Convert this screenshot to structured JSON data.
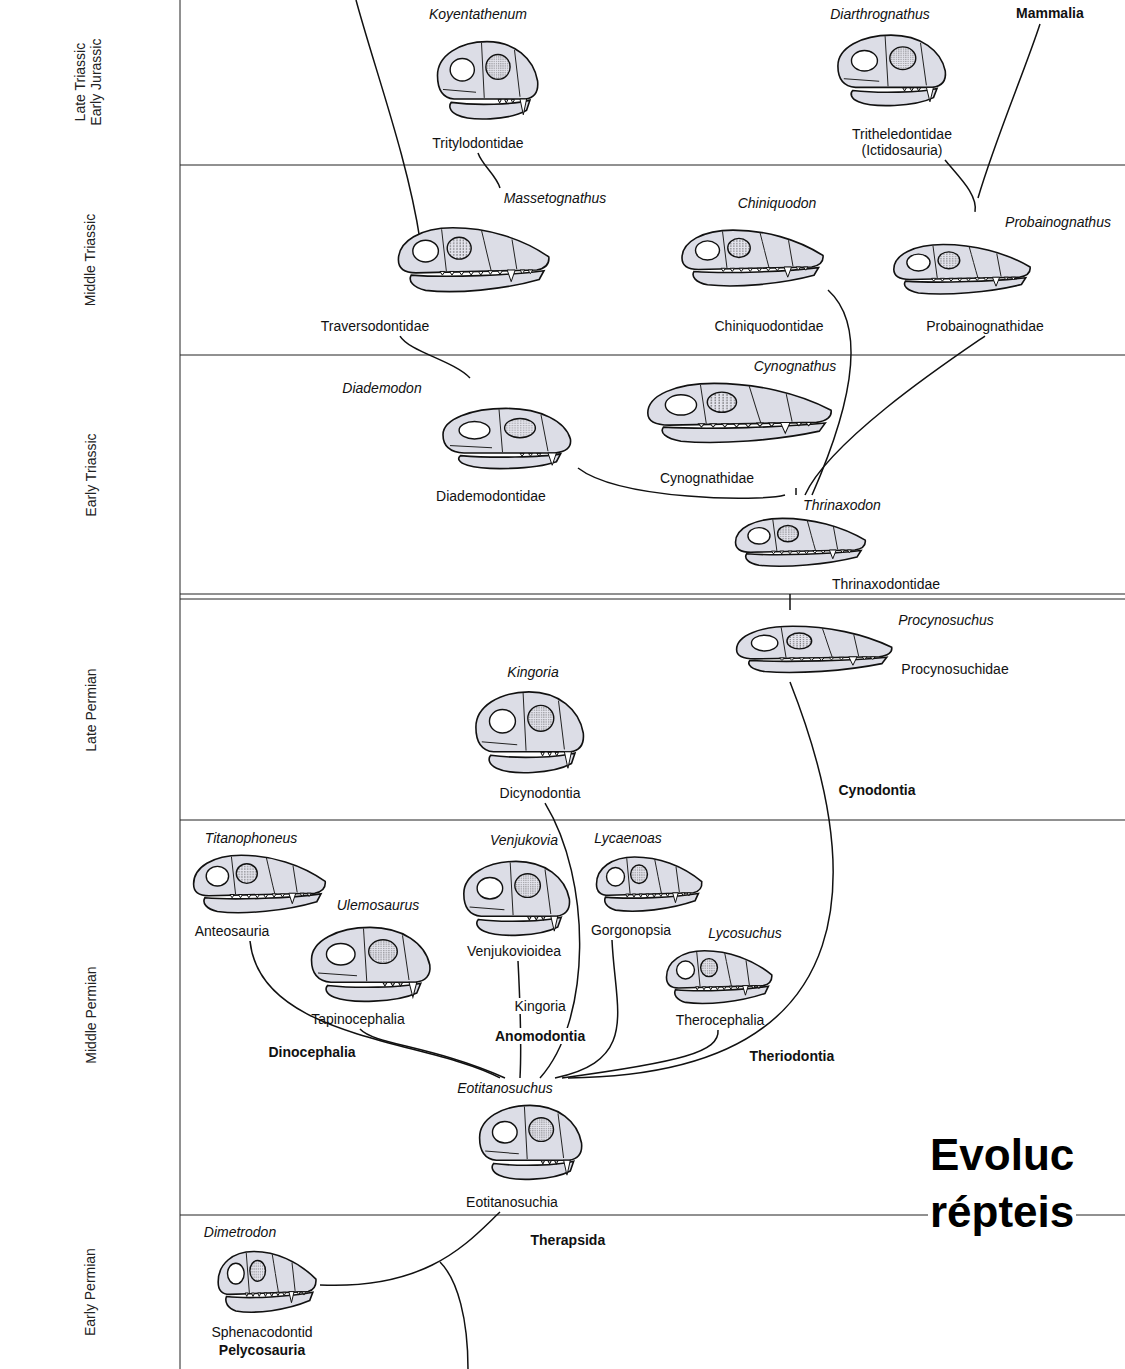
{
  "diagram": {
    "nodes": [
      {
        "text": [
          "Koyentathenum",
          "Tritylodontidae"
        ]
      },
      {
        "text": [
          "Diarthrognathus",
          "Tritheledontidae (Ictidosauria)"
        ]
      },
      {
        "text": [
          "Massetognathus",
          "Traversodontidae"
        ]
      },
      {
        "text": [
          "Chiniquodon",
          "Chiniquodontidae"
        ]
      },
      {
        "text": [
          "Probainognathus",
          "Probainognathidae"
        ]
      },
      {
        "text": [
          "Diademodon",
          "Diademodontidae"
        ]
      },
      {
        "text": [
          "Cynognathus",
          "Cynognathidae"
        ]
      },
      {
        "text": [
          "Thrinaxodon",
          "Thrinaxodontidae"
        ]
      },
      {
        "text": [
          "Procynosuchus",
          "Procynosuchidae"
        ]
      },
      {
        "text": [
          "Kingoria",
          "Dicynodontia"
        ]
      },
      {
        "text": [
          "Titanophoneus",
          "Anteosauria"
        ]
      },
      {
        "text": [
          "Ulemosaurus",
          "Tapinocephalia"
        ]
      },
      {
        "text": [
          "Venjukovia",
          "Venjukovioidea"
        ]
      },
      {
        "text": [
          "Lycaenoas",
          "Gorgonopsia"
        ]
      },
      {
        "text": [
          "Lycosuchus",
          "Therocephalia"
        ]
      },
      {
        "text": [
          "Eotitanosuchus",
          "Eotitanosuchia"
        ]
      },
      {
        "text": [
          "Dimetrodon",
          "Sphenacodontid",
          "Pelycosauria"
        ]
      }
    ],
    "edges": [
      {
        "from": 16,
        "to": 15,
        "arrow": "none"
      },
      {
        "from": 15,
        "to": 10,
        "arrow": "none"
      },
      {
        "from": 15,
        "to": 11,
        "arrow": "none"
      },
      {
        "from": 15,
        "to": 12,
        "arrow": "none"
      },
      {
        "from": 15,
        "to": 9,
        "arrow": "none"
      },
      {
        "from": 15,
        "to": 13,
        "arrow": "none"
      },
      {
        "from": 15,
        "to": 14,
        "arrow": "none"
      },
      {
        "from": 15,
        "to": 8,
        "arrow": "none"
      },
      {
        "from": 8,
        "to": 7,
        "arrow": "none"
      },
      {
        "from": 7,
        "to": 5,
        "arrow": "none"
      },
      {
        "from": 7,
        "to": 6,
        "arrow": "none"
      },
      {
        "from": 7,
        "to": 4,
        "arrow": "none"
      },
      {
        "from": 7,
        "to": 3,
        "arrow": "none"
      },
      {
        "from": 5,
        "to": 2,
        "arrow": "none"
      },
      {
        "from": 2,
        "to": 0,
        "arrow": "none"
      },
      {
        "from": 4,
        "to": 1,
        "arrow": "none"
      }
    ],
    "labels": [
      "Late Triassic Early Jurassic",
      "Middle Triassic",
      "Early Triassic",
      "Late Permian",
      "Middle Permian",
      "Early Permian",
      "Mammalia",
      "Kingoria",
      "Anomodontia",
      "Dinocephalia",
      "Theriodontia",
      "Cynodontia",
      "Therapsida",
      "Evoluc",
      "répteis"
    ]
  }
}
